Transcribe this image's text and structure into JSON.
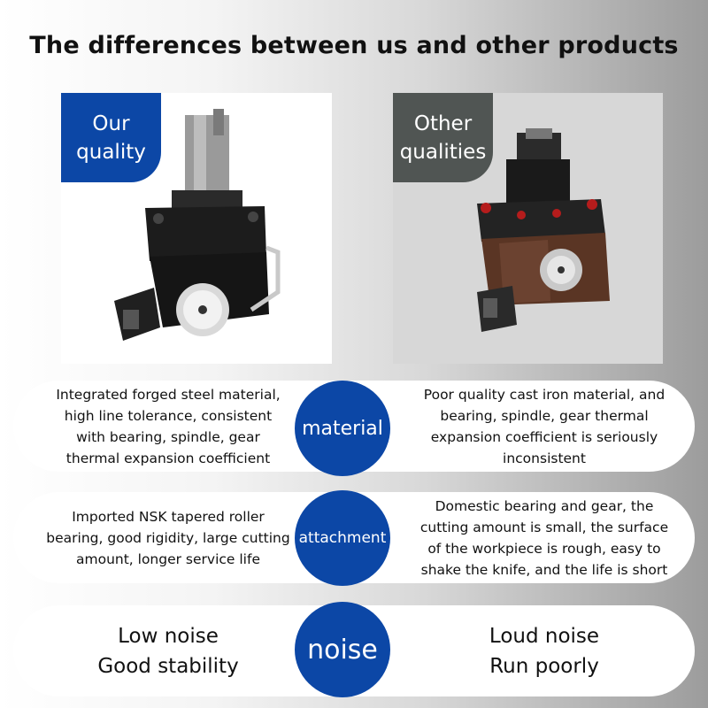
{
  "title": "The differences between us and other products",
  "panels": {
    "ours": {
      "line1": "Our",
      "line2": "quality"
    },
    "others": {
      "line1": "Other",
      "line2": "qualities"
    }
  },
  "rows": [
    {
      "label": "material",
      "left": [
        "Integrated forged steel material,",
        "high line tolerance, consistent",
        "with bearing, spindle, gear",
        "thermal expansion coefficient"
      ],
      "right": [
        "Poor quality cast iron material, and",
        "bearing, spindle, gear thermal",
        "expansion coefficient is seriously",
        "inconsistent"
      ]
    },
    {
      "label": "attachment",
      "left": [
        "Imported NSK tapered roller",
        "bearing, good rigidity, large cutting",
        "amount, longer service life"
      ],
      "right": [
        "Domestic bearing and gear, the",
        "cutting amount is small, the surface",
        "of the workpiece is rough, easy to",
        "shake the knife, and the life is short"
      ]
    },
    {
      "label": "noise",
      "left": [
        "Low noise",
        "Good stability"
      ],
      "right": [
        "Loud noise",
        "Run poorly"
      ]
    }
  ],
  "colors": {
    "accent_blue": "#0c47a6",
    "tag_gray": "#505553"
  }
}
